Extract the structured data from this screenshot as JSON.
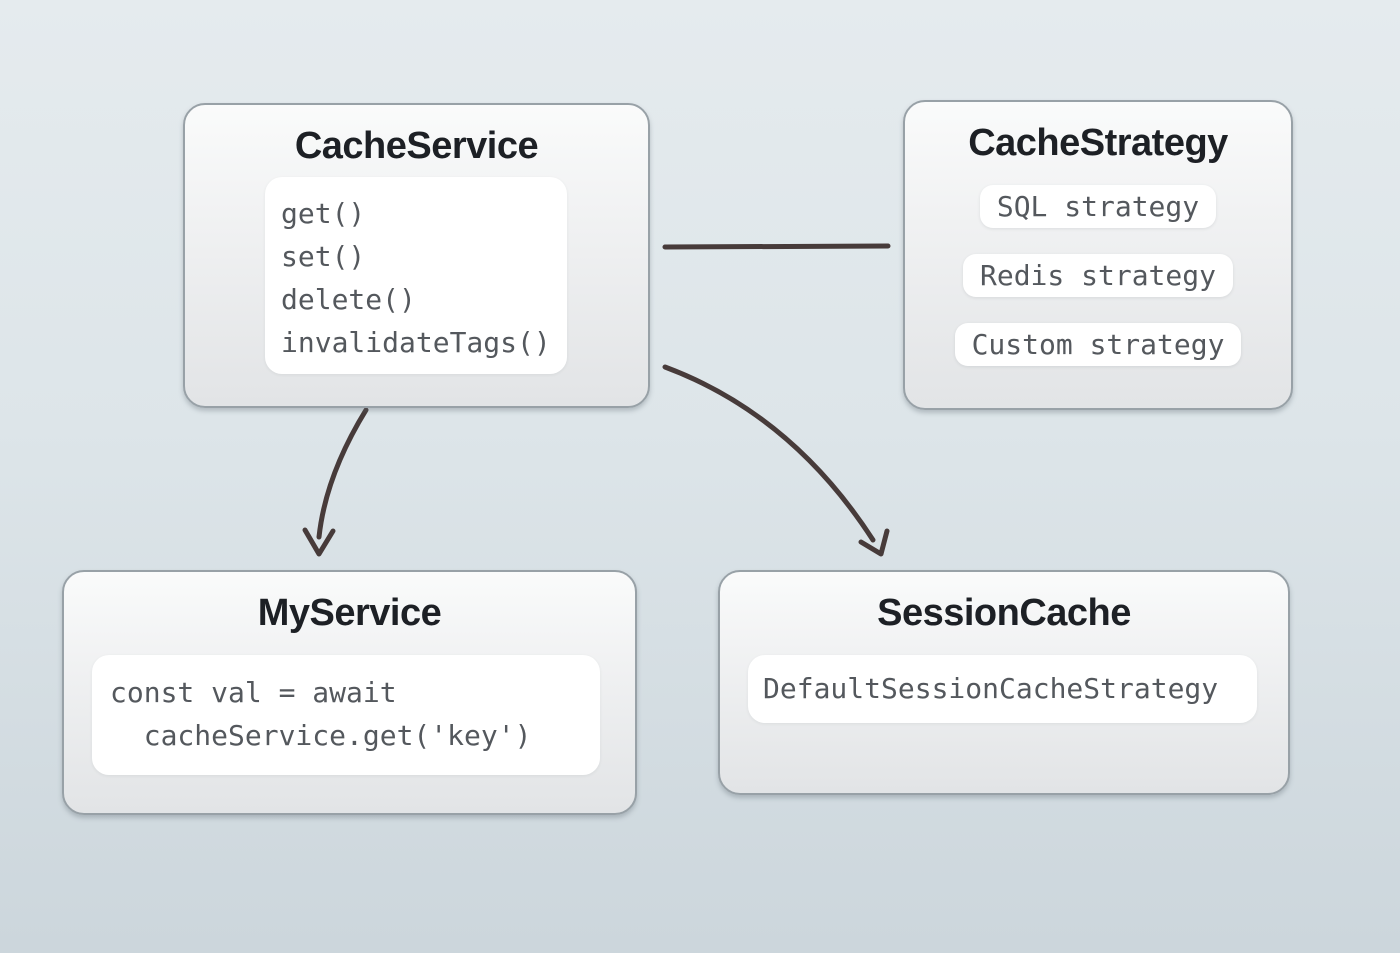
{
  "nodes": {
    "cache_service": {
      "title": "CacheService",
      "methods": [
        "get()",
        "set()",
        "delete()",
        "invalidateTags()"
      ]
    },
    "cache_strategy": {
      "title": "CacheStrategy",
      "strategies": [
        "SQL strategy",
        "Redis strategy",
        "Custom strategy"
      ]
    },
    "my_service": {
      "title": "MyService",
      "code_lines": [
        "const val = await",
        "  cacheService.get('key')"
      ]
    },
    "session_cache": {
      "title": "SessionCache",
      "strategy": "DefaultSessionCacheStrategy"
    }
  },
  "edges": [
    {
      "from": "CacheService",
      "to": "CacheStrategy",
      "style": "straight-line",
      "arrowhead": false
    },
    {
      "from": "CacheService",
      "to": "MyService",
      "style": "curved",
      "arrowhead": true
    },
    {
      "from": "CacheService",
      "to": "SessionCache",
      "style": "curved",
      "arrowhead": true
    }
  ],
  "colors": {
    "background_top": "#e5ebee",
    "background_bottom": "#ccd6dc",
    "node_border": "#98a1a7",
    "node_fill_top": "#fafbfb",
    "node_fill_bottom": "#e2e4e6",
    "panel_fill": "#ffffff",
    "title_text": "#1d2025",
    "code_text": "#54585d",
    "arrow": "#473b3a"
  }
}
